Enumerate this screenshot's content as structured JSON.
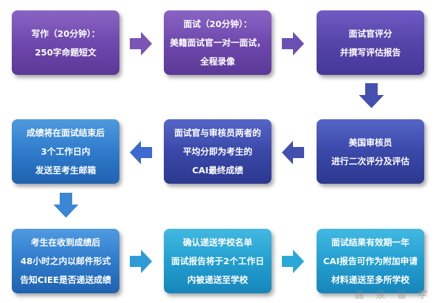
{
  "boxes": [
    {
      "id": "writing",
      "lines": [
        "写作（20分钟）：",
        "250字命题短文"
      ],
      "color": "#6f48ad"
    },
    {
      "id": "interview",
      "lines": [
        "面试（20分钟）：",
        "美籍面试官一对一面试，",
        "全程录像"
      ],
      "color": "#6f48ad"
    },
    {
      "id": "interviewer-eval",
      "lines": [
        "面试官评分",
        "并撰写评估报告"
      ],
      "color": "#5a45b0"
    },
    {
      "id": "us-reviewer",
      "lines": [
        "美国审核员",
        "进行二次评分及评估"
      ],
      "color": "#3a48a8"
    },
    {
      "id": "final-score",
      "lines": [
        "面试官与审核员两者的",
        "平均分即为考生的",
        "CAI最终成绩"
      ],
      "color": "#3a48a8"
    },
    {
      "id": "score-sent",
      "lines": [
        "成绩将在面试结束后",
        "3个工作日内",
        "发送至考生邮箱"
      ],
      "color": "#2f7bcc"
    },
    {
      "id": "candidate-notify",
      "lines": [
        "考生在收到成绩后",
        "48小时之内以邮件形式",
        "告知CIEE是否递送成绩"
      ],
      "color": "#2f7bcc"
    },
    {
      "id": "confirm-schools",
      "lines": [
        "确认递送学校名单",
        "面试报告将于2个工作日",
        "内被递送至学校"
      ],
      "color": "#239fd0"
    },
    {
      "id": "validity",
      "lines": [
        "面试结果有效期一年",
        "CAI报告可作为附加申请",
        "材料递送至多所学校"
      ],
      "color": "#239fd0"
    }
  ],
  "watermark": "鑫 泉 留 学",
  "arrow_colors": {
    "purple": "#7a55b5",
    "navy": "#4450b0",
    "blue": "#3c86d6",
    "teal": "#2aa8d8"
  }
}
